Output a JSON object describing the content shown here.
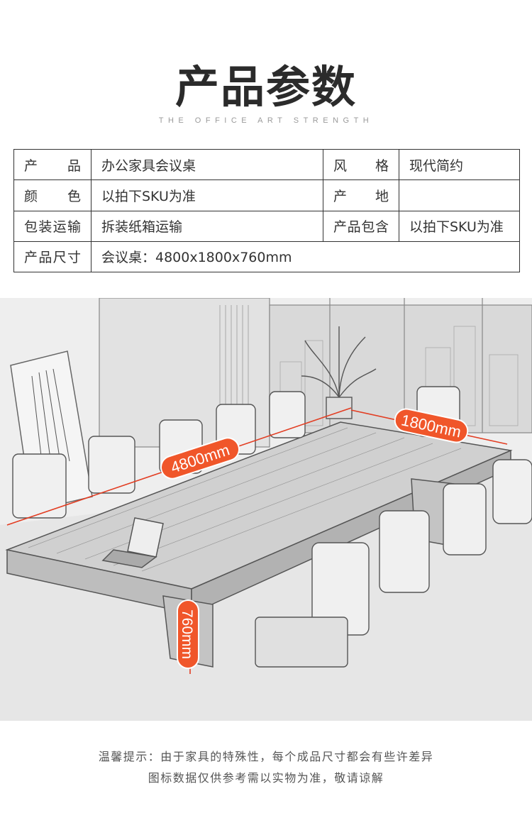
{
  "header": {
    "title": "产品参数",
    "subtitle": "THE OFFICE ART STRENGTH"
  },
  "params": {
    "rows": [
      {
        "l1": "产品",
        "v1": "办公家具会议桌",
        "l2": "风格",
        "v2": "现代简约"
      },
      {
        "l1": "颜色",
        "v1": "以拍下SKU为准",
        "l2": "产地",
        "v2": ""
      },
      {
        "l1": "包装运输",
        "v1": "拆装纸箱运输",
        "l2": "产品包含",
        "v2": "以拍下SKU为准"
      },
      {
        "l1": "产品尺寸",
        "v1": "会议桌：4800x1800x760mm"
      }
    ]
  },
  "dimensions": {
    "length": "4800mm",
    "width": "1800mm",
    "height": "760mm",
    "badge_color": "#f0562a",
    "line_color": "#e23d22"
  },
  "notice": {
    "line1": "温馨提示：由于家具的特殊性，每个成品尺寸都会有些许差异",
    "line2": "图标数据仅供参考需以实物为准，敬请谅解"
  }
}
